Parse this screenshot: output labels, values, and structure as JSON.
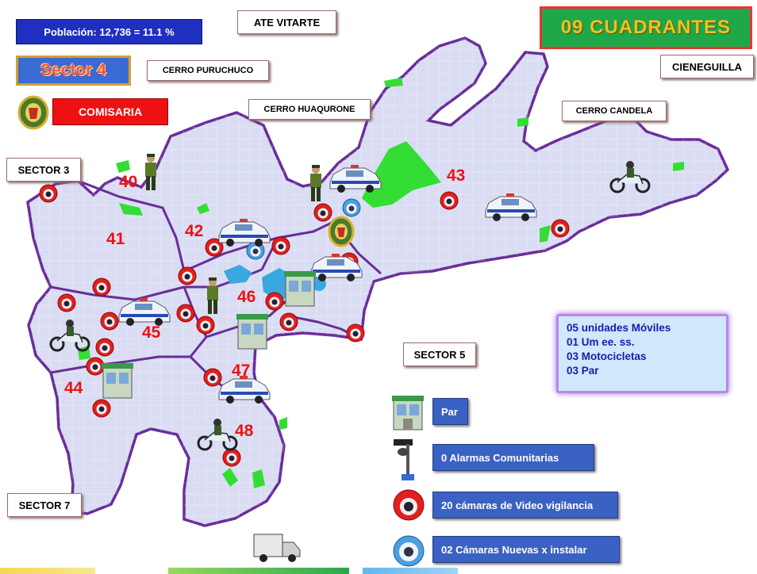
{
  "header": {
    "poblacion": "Población: 12,736 = 11.1 %",
    "cuadrantes": "09 CUADRANTES",
    "sector_title": "Sector 4",
    "comisaria": "COMISARIA"
  },
  "places": {
    "ate_vitarte": "ATE VITARTE",
    "cerro_puruchuco": "CERRO PURUCHUCO",
    "cerro_huaqurone": "CERRO HUAQURONE",
    "cieneguilla": "CIENEGUILLA",
    "cerro_candela": "CERRO CANDELA",
    "sector_3": "SECTOR 3",
    "sector_5": "SECTOR 5",
    "sector_7": "SECTOR 7"
  },
  "quadrants": [
    "40",
    "41",
    "42",
    "43",
    "44",
    "45",
    "46",
    "47",
    "48"
  ],
  "resources": [
    "05 unidades Móviles",
    "01 Um  ee. ss.",
    "03 Motocicletas",
    "03 Par"
  ],
  "legend": {
    "par": "Par",
    "alarmas": "0 Alarmas Comunitarias",
    "camaras": "20 cámaras de Video vigilancia",
    "nuevas": "02 Cámaras Nuevas x instalar"
  },
  "colors": {
    "map_fill": "#d9dcf2",
    "map_border": "#6a2c9a",
    "quadrant_number": "#ee1111",
    "population_box": "#1f2fc0",
    "cuadrantes_box": "#1ea84a",
    "cuadrantes_text": "#f0c020",
    "comisaria_box": "#ee1111",
    "legend_box": "#3a62c4",
    "park_green": "#33dd33"
  },
  "icons": [
    "police-car-icon",
    "motorcycle-icon",
    "police-officer-icon",
    "camera-icon",
    "police-booth-icon",
    "police-emblem-icon",
    "alarm-pole-icon",
    "dome-camera-icon",
    "truck-icon"
  ]
}
